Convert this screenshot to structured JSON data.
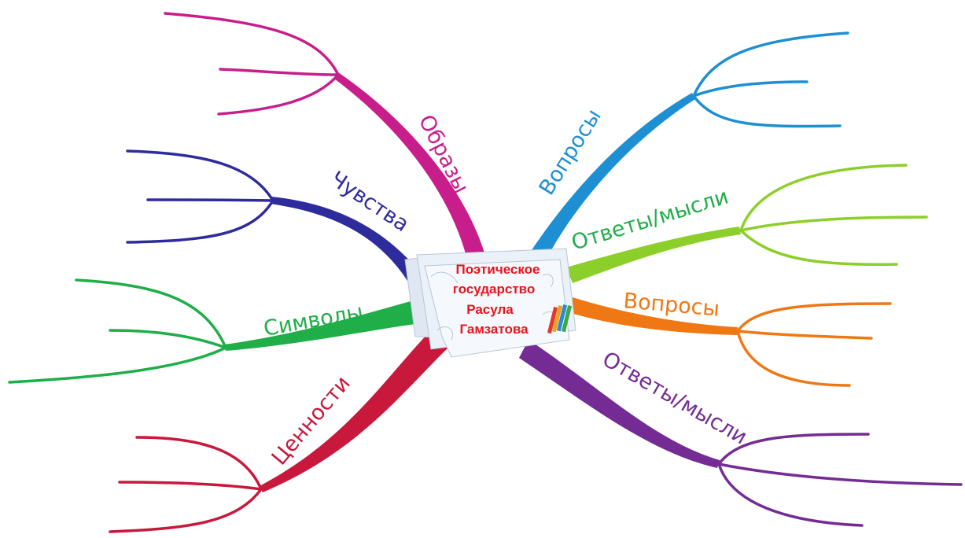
{
  "center": {
    "lines": [
      "Поэтическое",
      "государство",
      "Расула",
      "Гамзатова"
    ],
    "text_color": "#e8141c"
  },
  "branches": [
    {
      "id": "obrazy",
      "label": "Образы",
      "color": "#c81e8c"
    },
    {
      "id": "chuvstva",
      "label": "Чувства",
      "color": "#2e2c9c"
    },
    {
      "id": "simvoly",
      "label": "Символы",
      "color": "#1fae48"
    },
    {
      "id": "tsennosti",
      "label": "Ценности",
      "color": "#c8183c"
    },
    {
      "id": "voprosy-top",
      "label": "Вопросы",
      "color": "#1e8fd2"
    },
    {
      "id": "otvety-top",
      "label": "Ответы/мысли",
      "color": "#8ccf2a"
    },
    {
      "id": "voprosy-bottom",
      "label": "Вопросы",
      "color": "#f07814"
    },
    {
      "id": "otvety-bottom",
      "label": "Ответы/мысли",
      "color": "#742c94"
    }
  ],
  "label_colors": {
    "obrazy": "#c81e8c",
    "chuvstva": "#2e2c9c",
    "simvoly": "#1fae48",
    "tsennosti": "#c8183c",
    "voprosy-top": "#1e8fd2",
    "otvety-top": "#1fae48",
    "voprosy-bottom": "#f07814",
    "otvety-bottom": "#742c94"
  }
}
